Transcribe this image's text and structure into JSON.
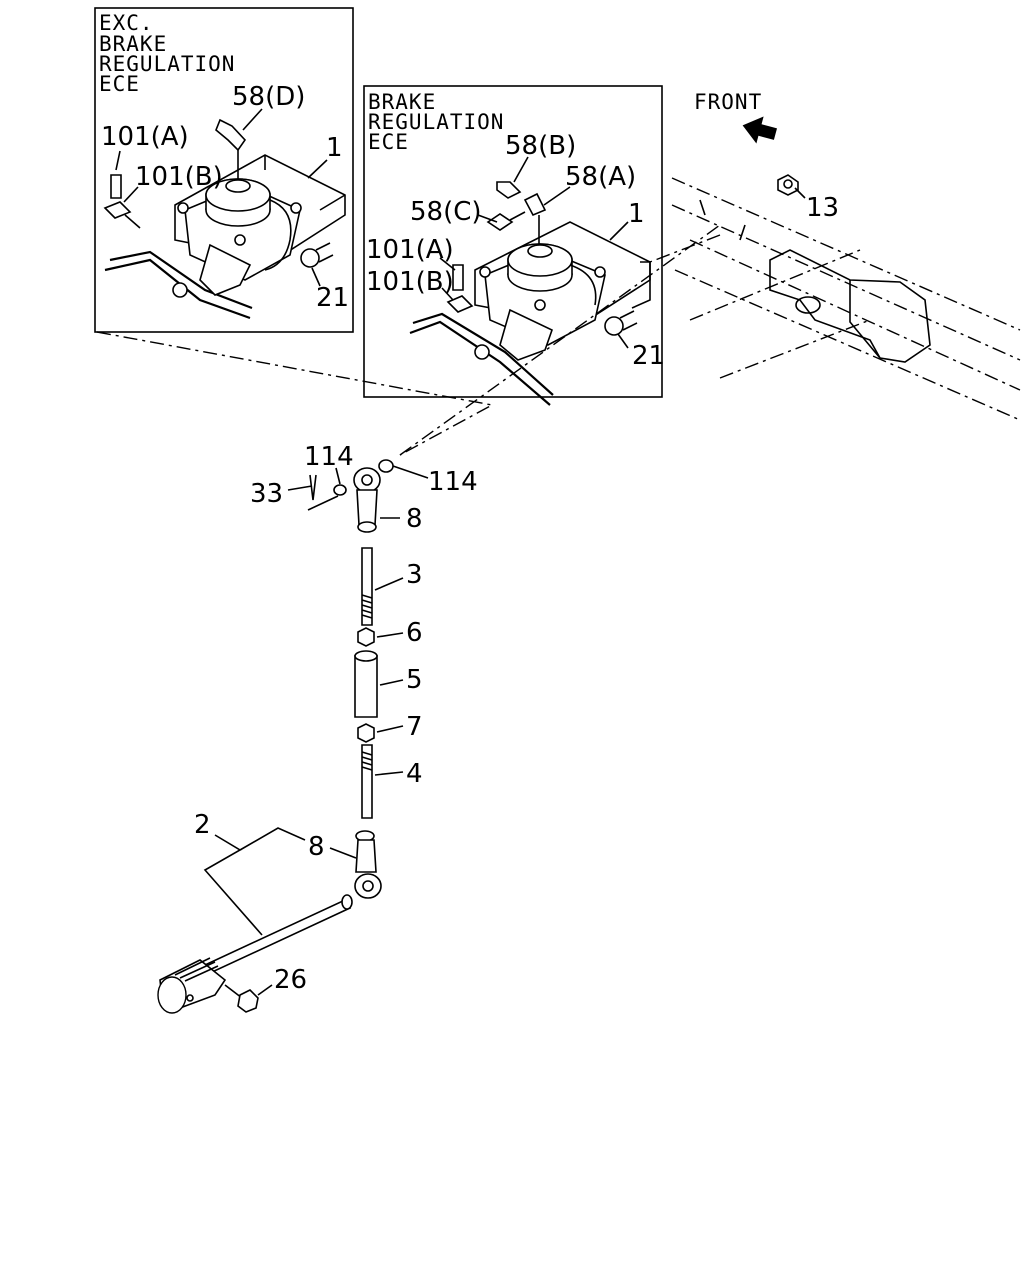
{
  "boxes": {
    "exc_brake_regulation": {
      "lines": [
        "EXC.",
        "BRAKE",
        "REGULATION",
        "ECE"
      ]
    },
    "brake_regulation": {
      "lines": [
        "BRAKE",
        "REGULATION",
        "ECE"
      ]
    }
  },
  "direction": {
    "label": "FRONT"
  },
  "callouts": {
    "left_box": {
      "p58d": "58(D)",
      "p1": "1",
      "p101a": "101(A)",
      "p101b": "101(B)",
      "p21": "21"
    },
    "right_box": {
      "p58b": "58(B)",
      "p58a": "58(A)",
      "p58c": "58(C)",
      "p1": "1",
      "p101a": "101(A)",
      "p101b": "101(B)",
      "p21": "21"
    },
    "frame": {
      "p13": "13"
    },
    "linkage": {
      "p114_left": "114",
      "p114_right": "114",
      "p33": "33",
      "p8_top": "8",
      "p3": "3",
      "p6": "6",
      "p5": "5",
      "p7": "7",
      "p4": "4",
      "p2": "2",
      "p8_bottom": "8",
      "p26": "26"
    }
  }
}
